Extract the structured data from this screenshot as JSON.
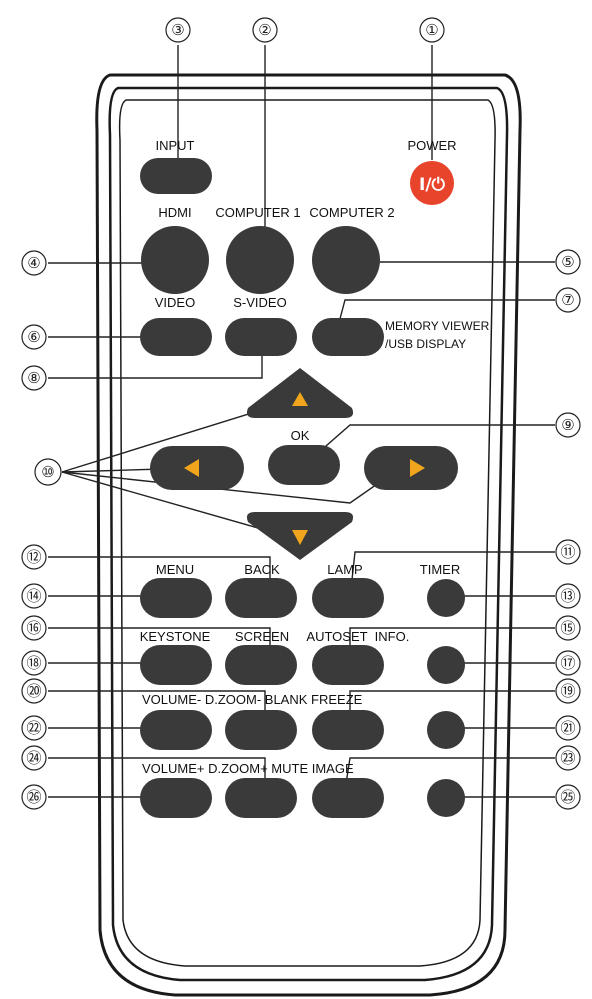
{
  "remote": {
    "buttons": {
      "power": "POWER",
      "power_symbol": "I/⏻",
      "input": "INPUT",
      "hdmi": "HDMI",
      "computer1": "COMPUTER 1",
      "computer2": "COMPUTER 2",
      "video": "VIDEO",
      "svideo": "S-VIDEO",
      "memory_viewer_line1": "MEMORY VIEWER",
      "memory_viewer_line2": "/USB DISPLAY",
      "ok": "OK",
      "menu": "MENU",
      "back": "BACK",
      "lamp": "LAMP",
      "timer": "TIMER",
      "keystone": "KEYSTONE",
      "screen": "SCREEN",
      "autoset": "AUTOSET",
      "info": "INFO.",
      "row_vol_minus": "VOLUME- D.ZOOM- BLANK FREEZE",
      "row_vol_plus": "VOLUME+  D.ZOOM+ MUTE IMAGE"
    },
    "callouts": [
      "①",
      "②",
      "③",
      "④",
      "⑤",
      "⑥",
      "⑦",
      "⑧",
      "⑨",
      "⑩",
      "⑪",
      "⑫",
      "⑬",
      "⑭",
      "⑮",
      "⑯",
      "⑰",
      "⑱",
      "⑲",
      "⑳",
      "㉑",
      "㉒",
      "㉓",
      "㉔",
      "㉕",
      "㉖"
    ],
    "colors": {
      "button": "#3a3a3a",
      "power": "#e8432b",
      "arrow": "#f0a51c",
      "outline": "#1a1a1a"
    }
  }
}
